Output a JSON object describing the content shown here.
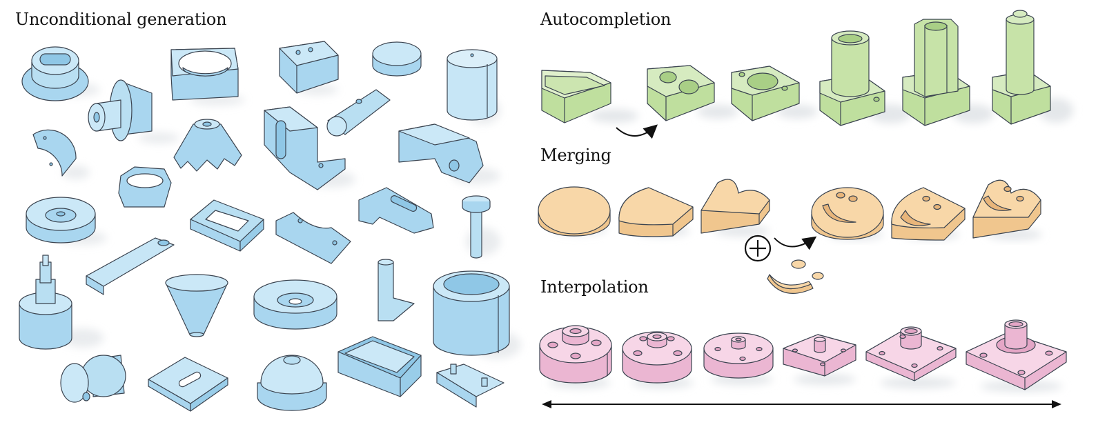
{
  "sections": {
    "unconditional": {
      "title": "Unconditional generation",
      "count": 28
    },
    "autocompletion": {
      "title": "Autocompletion",
      "count": 6
    },
    "merging": {
      "title": "Merging",
      "count": 6
    },
    "interpolation": {
      "title": "Interpolation",
      "count": 6
    }
  },
  "colors": {
    "unconditional": "#b9dff2",
    "autocompletion": "#cce5b0",
    "merging": "#f8d7a8",
    "interpolation": "#f4cbe0",
    "outline": "#3b4450"
  },
  "icons": [
    "plus-circle-icon",
    "curved-arrow-icon",
    "double-headed-arrow-icon"
  ]
}
